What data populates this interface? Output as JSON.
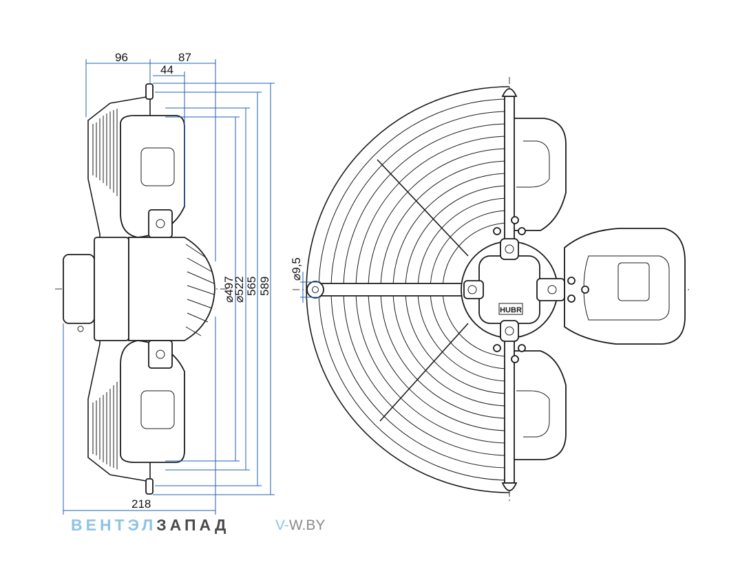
{
  "dimensions": {
    "d96": "96",
    "d87": "87",
    "d44": "44",
    "d218": "218",
    "dia497": "⌀497",
    "dia522": "⌀522",
    "d565": "565",
    "d589": "589",
    "dia95": "⌀9,5"
  },
  "nameplate": "HUBR",
  "brand": {
    "part1": "ВЕНТЭЛ",
    "part2": "ЗАПАД",
    "site_prefix": "V-",
    "site_rest": "W.BY"
  },
  "colors": {
    "dimension_line": "#1f5fb0",
    "brand_light": "#8ec3e6",
    "brand_dark": "#4a4a4a"
  }
}
